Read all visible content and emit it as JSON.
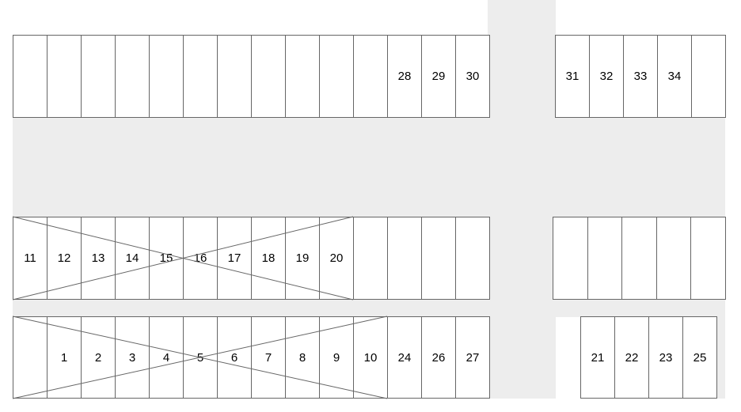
{
  "parking_map": {
    "top_left_row": [
      "",
      "",
      "",
      "",
      "",
      "",
      "",
      "",
      "",
      "",
      "",
      "28",
      "29",
      "30"
    ],
    "top_right_row": [
      "31",
      "32",
      "33",
      "34",
      ""
    ],
    "middle_left_row": [
      "11",
      "12",
      "13",
      "14",
      "15",
      "16",
      "17",
      "18",
      "19",
      "20",
      "",
      "",
      "",
      ""
    ],
    "middle_right_row": [
      "",
      "",
      "",
      "",
      ""
    ],
    "bottom_left_row": [
      "",
      "1",
      "2",
      "3",
      "4",
      "5",
      "6",
      "7",
      "8",
      "9",
      "10",
      "24",
      "26",
      "27"
    ],
    "bottom_right_row": [
      "21",
      "22",
      "23",
      "25"
    ],
    "crossed_out_blocks": [
      {
        "row": "middle_left_row",
        "first_stall": "11",
        "last_stall": "20"
      },
      {
        "row": "bottom_left_row",
        "first_stall": "",
        "last_stall": "10"
      }
    ],
    "colors": {
      "background": "#ffffff",
      "driveway": "#ededed",
      "stall_fill": "#ffffff",
      "stall_border": "#666666",
      "text": "#000000"
    }
  }
}
